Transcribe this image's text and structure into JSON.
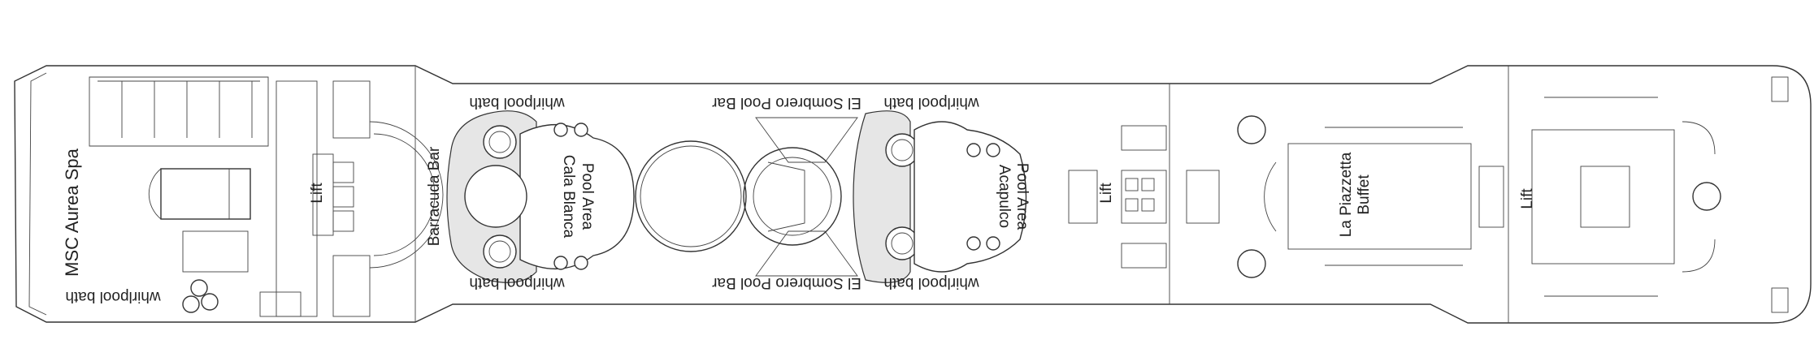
{
  "deck_plan": {
    "labels": {
      "spa": "MSC Aurea Spa",
      "whirlpool_spa": "whirlpool bath",
      "lift_aft": "Lift",
      "barracuda_bar": "Barracuda Bar",
      "whirlpool_cala_top": "whirlpool bath",
      "whirlpool_cala_bottom": "whirlpool bath",
      "cala_blanca_line1": "Cala Blanca",
      "cala_blanca_line2": "Pool Area",
      "sombrero_top": "El Sombrero Pool Bar",
      "sombrero_bottom": "El Sombrero Pool Bar",
      "whirlpool_acapulco_top": "whirlpool bath",
      "whirlpool_acapulco_bottom": "whirlpool bath",
      "acapulco_line1": "Acapulco",
      "acapulco_line2": "Pool Area",
      "lift_mid": "Lift",
      "buffet_line1": "La Piazzetta",
      "buffet_line2": "Buffet",
      "lift_fwd": "Lift"
    },
    "colors": {
      "line": "#333333",
      "pool_shade": "#e6e6e6",
      "background": "#ffffff"
    }
  }
}
